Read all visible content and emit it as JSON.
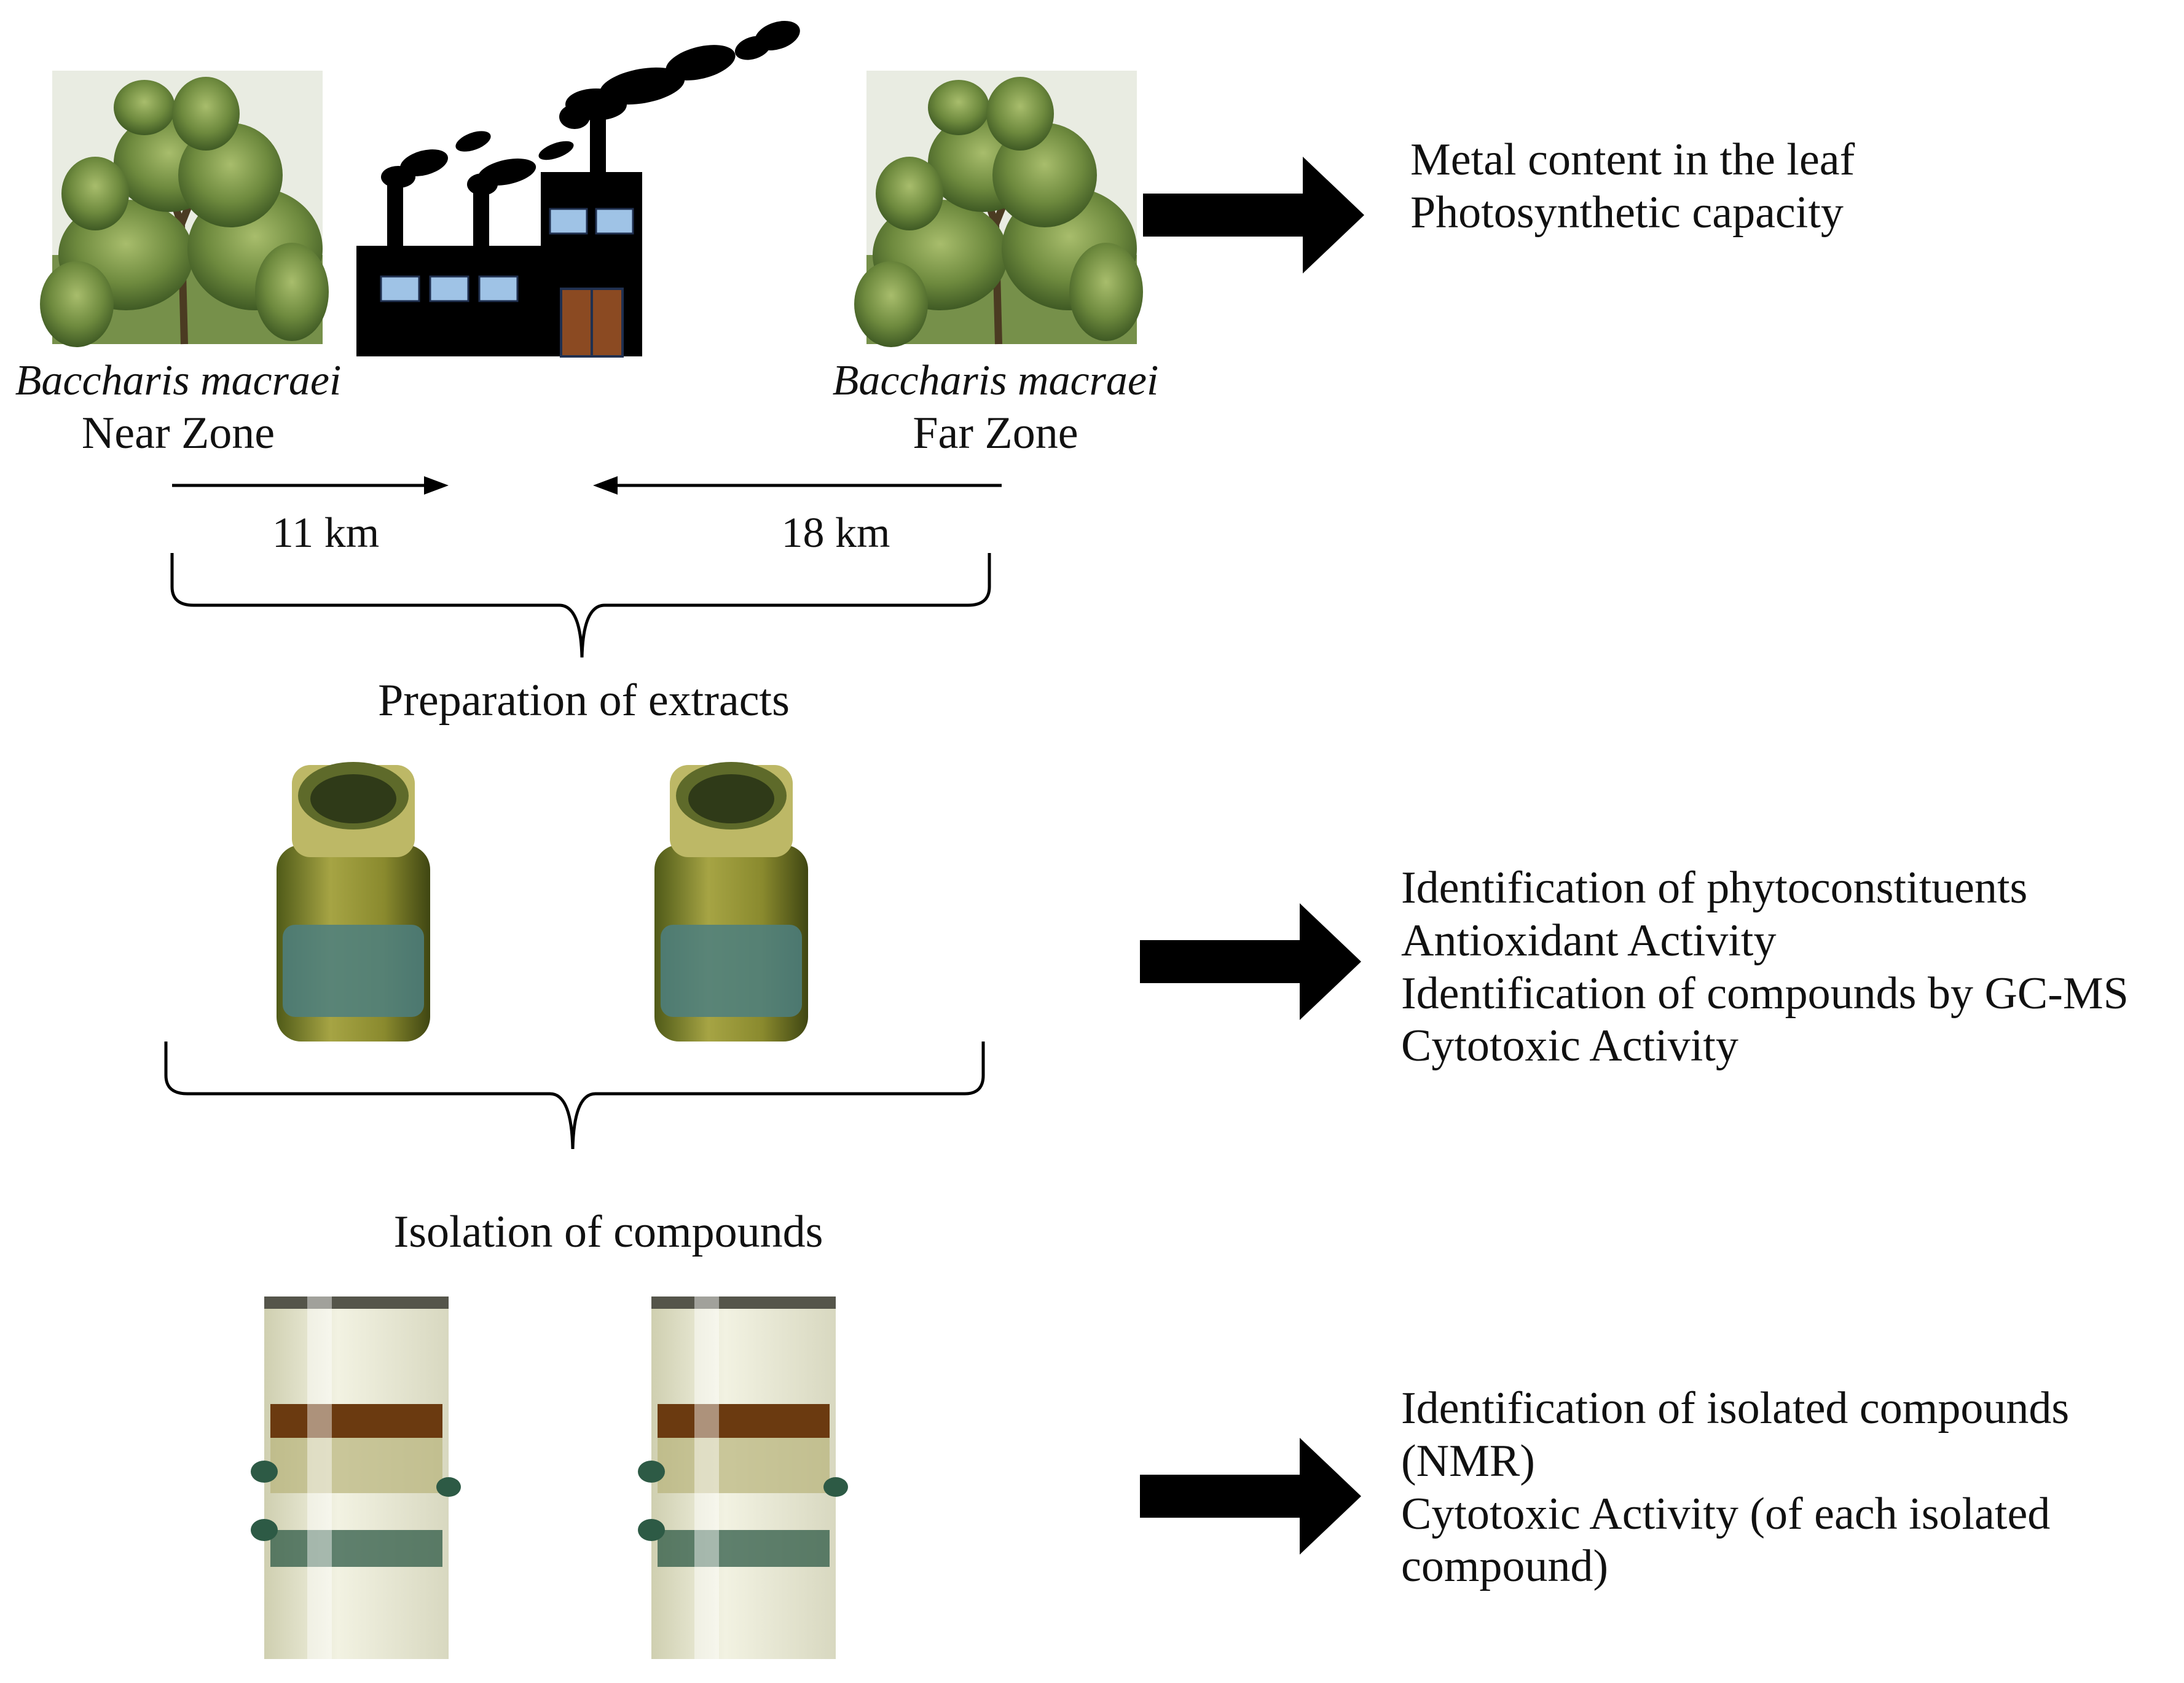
{
  "sites": {
    "near": {
      "species": "Baccharis macraei",
      "zone": "Near Zone",
      "distance": "11 km"
    },
    "far": {
      "species": "Baccharis macraei",
      "zone": "Far Zone",
      "distance": "18 km"
    }
  },
  "steps": {
    "extracts": "Preparation of extracts",
    "isolation": "Isolation of compounds"
  },
  "results": {
    "plants": [
      "Metal content in the leaf",
      "Photosynthetic capacity"
    ],
    "extracts": [
      "Identification of phytoconstituents",
      "Antioxidant Activity",
      "Identification of compounds by GC-MS",
      "Cytotoxic Activity"
    ],
    "isolation": [
      "Identification of isolated compounds",
      "(NMR)",
      "Cytotoxic Activity (of each isolated",
      "compound)"
    ]
  },
  "icons": {
    "plant": "shrub-photo",
    "factory": "factory-icon",
    "extract": "extract-vial-photo",
    "column": "chromatography-column-photo",
    "arrow": "right-arrow-icon"
  },
  "colors": {
    "foliage": "#7f9a4a",
    "sky": "#f2f4f0",
    "factory": "#000000",
    "window": "#9fc3e6",
    "door": "#8b4a22",
    "extract_liquid": "#8c8a2c",
    "extract_label": "#4c7f80",
    "column_band_brown": "#6b3a10",
    "column_band_green": "#2d5a45"
  }
}
